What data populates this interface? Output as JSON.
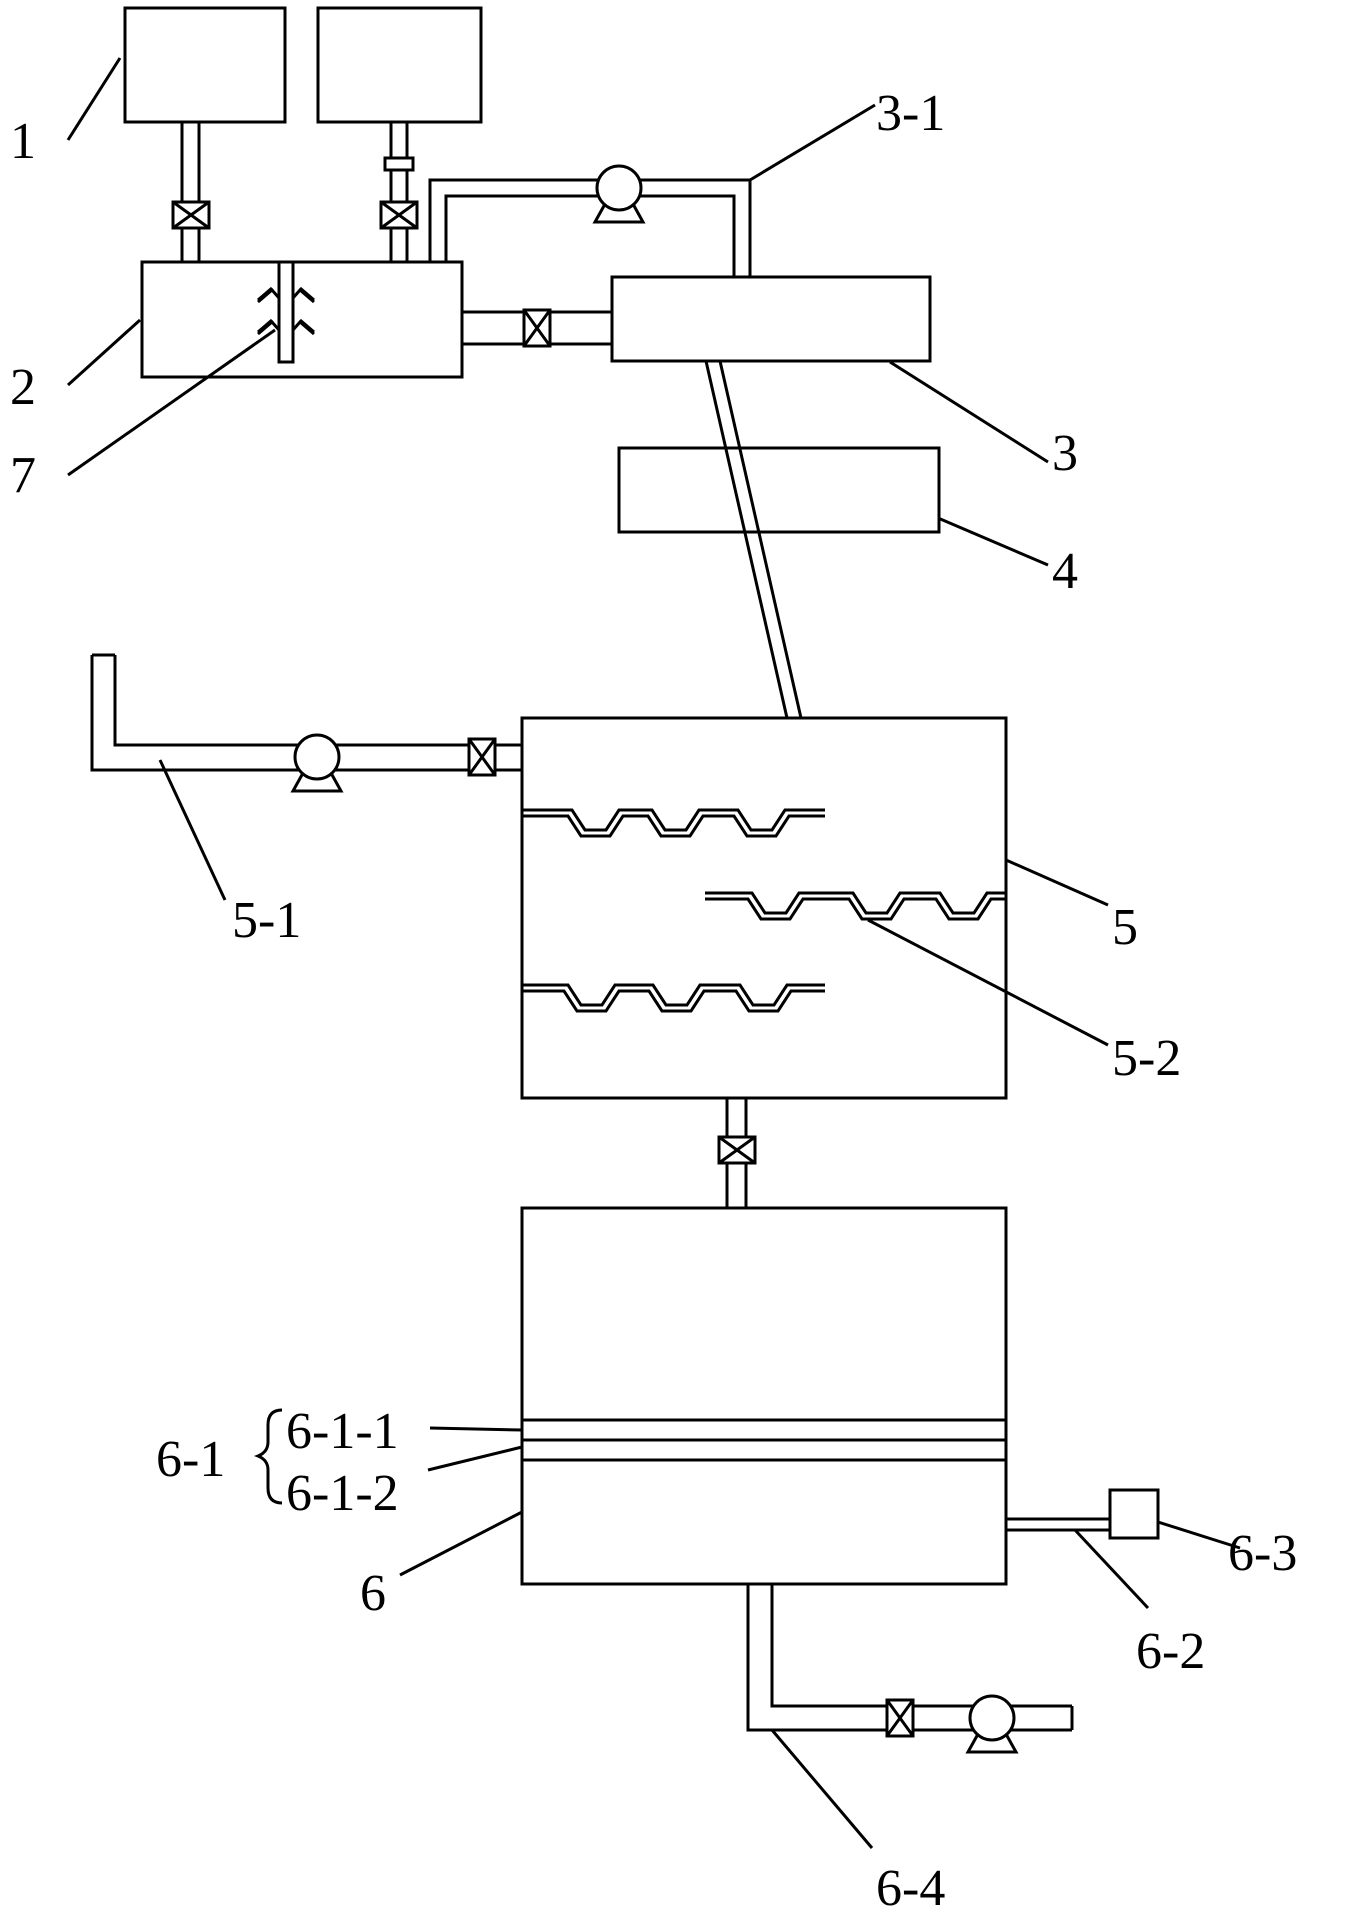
{
  "diagram": {
    "labels": {
      "l1": "1",
      "l2": "2",
      "l3": "3",
      "l3_1": "3-1",
      "l4": "4",
      "l5": "5",
      "l5_1": "5-1",
      "l5_2": "5-2",
      "l6": "6",
      "l6_1": "6-1",
      "l6_1_1": "6-1-1",
      "l6_1_2": "6-1-2",
      "l6_2": "6-2",
      "l6_3": "6-3",
      "l6_4": "6-4",
      "l7": "7"
    },
    "colors": {
      "line": "#000000",
      "background": "#ffffff"
    },
    "icons": [
      "valve-icon",
      "pump-icon",
      "stirrer-icon",
      "baffle-icon"
    ]
  }
}
